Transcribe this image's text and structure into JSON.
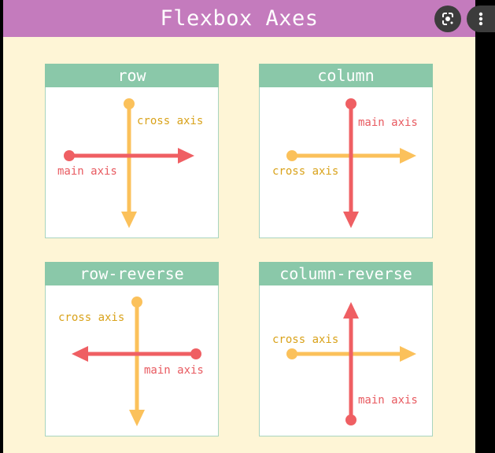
{
  "title": "Flexbox Axes",
  "colors": {
    "title_bg": "#c47bbd",
    "page_bg": "#fef5d6",
    "panel_header": "#8ac8a9",
    "main_axis": "#ef5f63",
    "cross_axis": "#fbc15b",
    "main_label": "#e85a60",
    "cross_label": "#d9a21a"
  },
  "toolbar": {
    "lens_icon": "google-lens-icon",
    "more_icon": "more-vertical-icon"
  },
  "panels": [
    {
      "heading": "row",
      "main_label": "main axis",
      "cross_label": "cross axis",
      "main_direction": "right",
      "cross_direction": "down"
    },
    {
      "heading": "column",
      "main_label": "main axis",
      "cross_label": "cross axis",
      "main_direction": "down",
      "cross_direction": "right"
    },
    {
      "heading": "row-reverse",
      "main_label": "main axis",
      "cross_label": "cross axis",
      "main_direction": "left",
      "cross_direction": "down"
    },
    {
      "heading": "column-reverse",
      "main_label": "main axis",
      "cross_label": "cross axis",
      "main_direction": "up",
      "cross_direction": "right"
    }
  ]
}
